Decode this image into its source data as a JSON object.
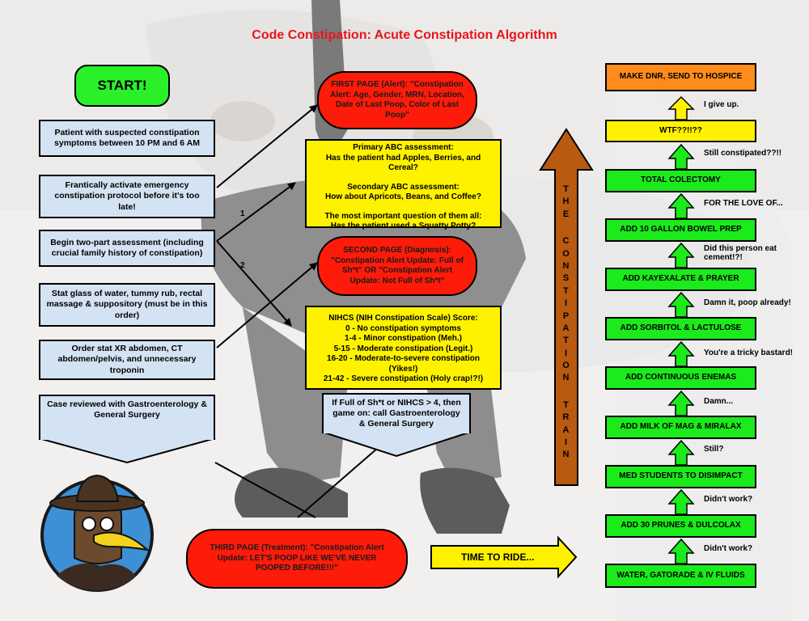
{
  "title": "Code Constipation: Acute Constipation Algorithm",
  "colors": {
    "title_red": "#e8141b",
    "light_blue": "#d4e3f3",
    "yellow": "#fff200",
    "red": "#ff1b0a",
    "green": "#1bea1b",
    "orange": "#ff8c1a",
    "brown_arrow": "#b85a10"
  },
  "start_label": "START!",
  "left_steps": [
    "Patient with suspected constipation symptoms between 10 PM and 6 AM",
    "Frantically activate emergency constipation protocol before it's too late!",
    "Begin two-part assessment (including crucial family history of constipation)",
    "Stat glass of water, tummy rub, rectal massage & suppository (must be in this order)",
    "Order stat XR abdomen, CT abdomen/pelvis, and unnecessary troponin",
    "Case reviewed with Gastroenterology & General Surgery"
  ],
  "branch_labels": [
    "1",
    "2"
  ],
  "first_page": "FIRST PAGE (Alert): \"Constipation Alert: Age, Gender, MRN, Location, Date of Last Poop, Color of Last Poop\"",
  "abc_box": {
    "primary_title": "Primary ABC assessment:",
    "primary_text": "Has the patient had Apples, Berries, and Cereal?",
    "secondary_title": "Secondary ABC assessment:",
    "secondary_text": "How about Apricots, Beans, and Coffee?",
    "important_title": "The most important question of them all:",
    "important_text": "Has the patient used a Squatty Potty?"
  },
  "second_page": "SECOND PAGE (Diagnosis): \"Constipation Alert Update: Full of Sh*t\" OR \"Constipation Alert Update: Not Full of Sh*t\"",
  "nihcs": {
    "title": "NIHCS (NIH Constipation Scale) Score:",
    "lines": [
      "0 - No constipation symptoms",
      "1-4 - Minor constipation (Meh.)",
      "5-15 - Moderate constipation (Legit.)",
      "16-20 - Moderate-to-severe constipation (Yikes!)",
      "21-42 - Severe constipation (Holy crap!?!)"
    ]
  },
  "call_text": "If Full of Sh*t or NIHCS > 4, then game on: call Gastroenterology & General Surgery",
  "third_page": "THIRD PAGE (Treatment): \"Constipation Alert Update: LET'S POOP LIKE WE'VE NEVER POOPED BEFORE!!!\"",
  "time_to_ride": "TIME TO RIDE...",
  "train_letters": [
    "T",
    "H",
    "E",
    "",
    "C",
    "O",
    "N",
    "S",
    "T",
    "I",
    "P",
    "A",
    "T",
    "I",
    "O",
    "N",
    "",
    "T",
    "R",
    "A",
    "I",
    "N"
  ],
  "ladder": [
    "MAKE DNR, SEND TO HOSPICE",
    "WTF??!!??",
    "TOTAL COLECTOMY",
    "ADD 10 GALLON BOWEL PREP",
    "ADD KAYEXALATE & PRAYER",
    "ADD SORBITOL & LACTULOSE",
    "ADD CONTINUOUS ENEMAS",
    "ADD MILK OF MAG & MIRALAX",
    "MED STUDENTS TO DISIMPACT",
    "ADD 30 PRUNES & DULCOLAX",
    "WATER, GATORADE & IV FLUIDS"
  ],
  "ladder_notes": [
    "I give up.",
    "Still constipated??!!",
    "FOR THE LOVE OF...",
    "Did this person eat cement!?!",
    "Damn it, poop already!",
    "You're a tricky bastard!",
    "Damn...",
    "Still?",
    "Didn't work?",
    "Didn't work?"
  ],
  "mascot": "plague-doctor-mascot"
}
